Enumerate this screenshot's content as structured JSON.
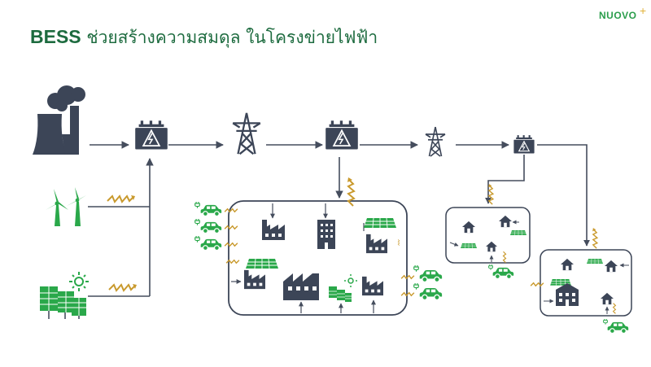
{
  "title": {
    "bold": "BESS",
    "rest": " ช่วยสร้างความสมดุล ในโครงข่ายไฟฟ้า"
  },
  "logo": {
    "text": "NUOVO",
    "plus": "+"
  },
  "colors": {
    "title": "#1d6b3f",
    "icon_dark": "#3c4557",
    "green": "#2aa84a",
    "gold": "#c99a2e",
    "line": "#454d5d"
  },
  "icons": [
    "power-plant-icon",
    "wind-turbine-icon",
    "solar-panel-icon",
    "sun-icon",
    "transformer-icon",
    "transmission-tower-icon",
    "factory-icon",
    "building-icon",
    "house-icon",
    "electric-car-icon",
    "bess-lightning-icon"
  ]
}
